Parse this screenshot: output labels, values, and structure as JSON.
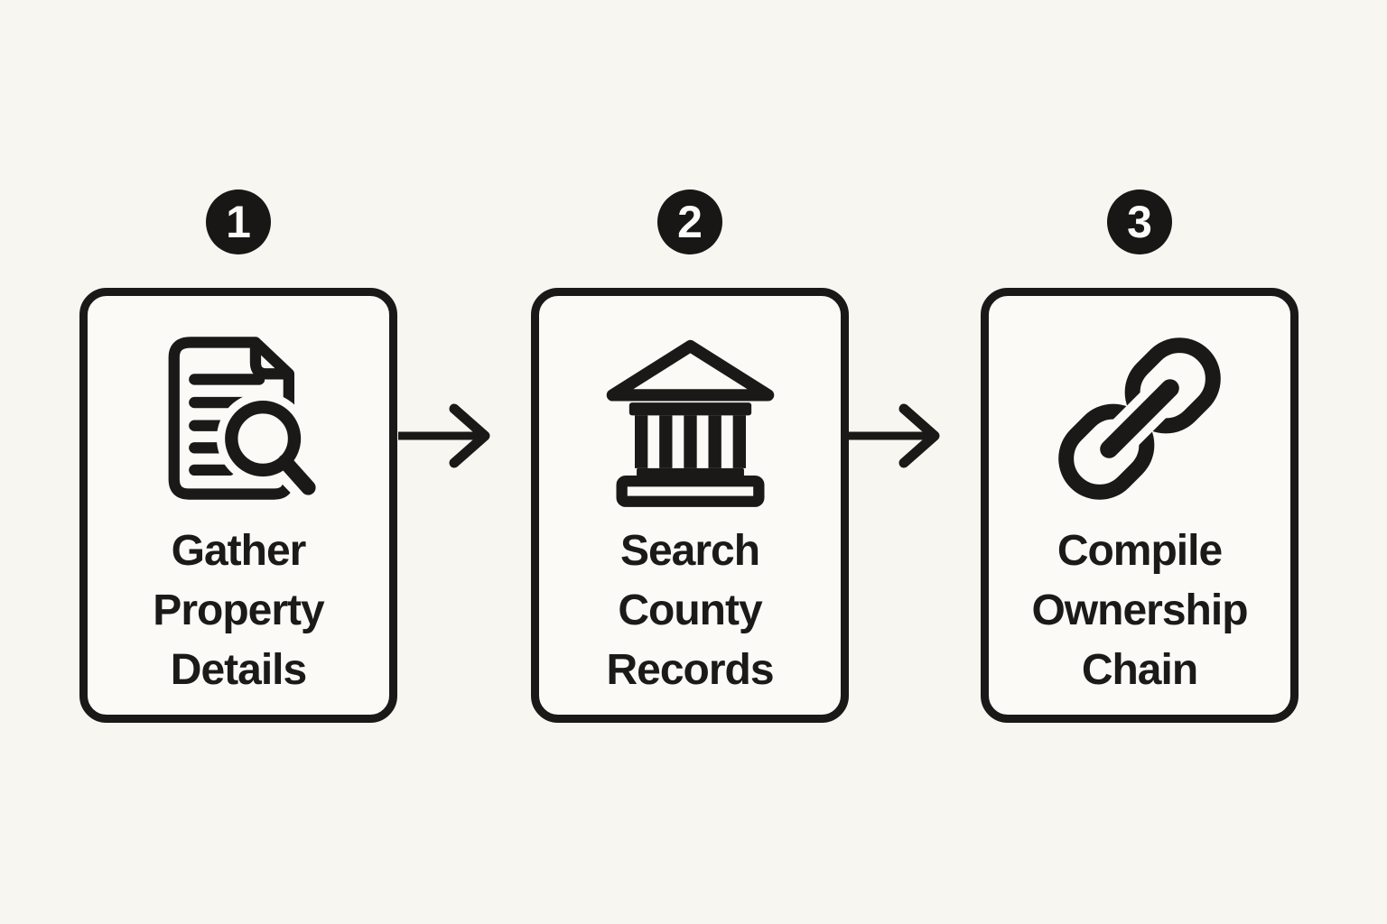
{
  "page": {
    "background_color": "#f8f6f1",
    "ink_color": "#1a1918",
    "card_fill_color": "#fbfaf6"
  },
  "steps": [
    {
      "number": "1",
      "icon": "document-search-icon",
      "label": "Gather Property Details",
      "lines": [
        "Gather",
        "Property",
        "Details"
      ]
    },
    {
      "number": "2",
      "icon": "bank-icon",
      "label": "Search County Records",
      "lines": [
        "Search",
        "County",
        "Records"
      ]
    },
    {
      "number": "3",
      "icon": "chain-link-icon",
      "label": "Compile Ownership Chain",
      "lines": [
        "Compile",
        "Ownership",
        "Chain"
      ]
    }
  ],
  "connectors": [
    {
      "type": "arrow-right"
    },
    {
      "type": "arrow-right"
    }
  ]
}
